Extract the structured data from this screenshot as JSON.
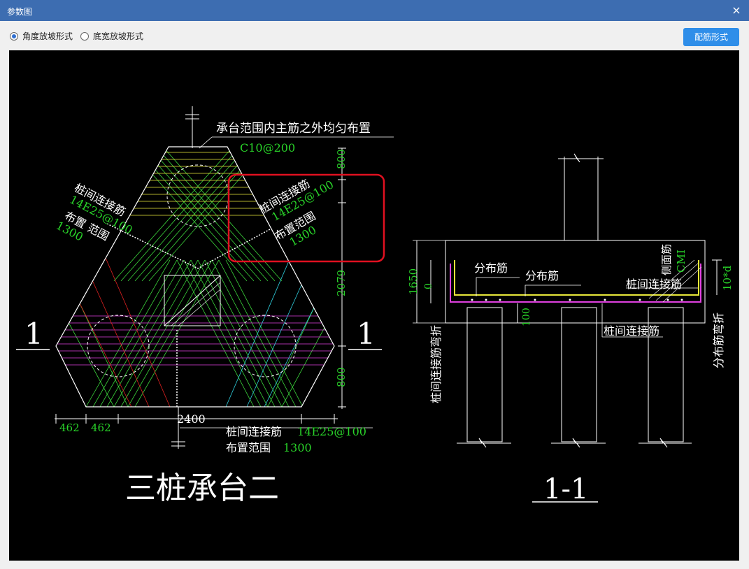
{
  "window": {
    "title": "参数图",
    "close_glyph": "×"
  },
  "options": [
    {
      "label": "角度放坡形式",
      "selected": true
    },
    {
      "label": "底宽放坡形式",
      "selected": false
    }
  ],
  "rebar_button": "配筋形式",
  "drawing": {
    "plan": {
      "note_top": "承台范围内主筋之外均匀布置",
      "spec_top": "C10@200",
      "left_label": "桩间连接筋",
      "left_spec": "14E25@100",
      "left_range": "布置 范围",
      "left_range_val": "1300",
      "right_label": "桩间连接筋",
      "right_spec": "14E25@100",
      "right_range": "布置范围",
      "right_range_val": "1300",
      "dim_800_top": "800",
      "dim_2079": "2079",
      "dim_800_bottom": "800",
      "dim_462_a": "462",
      "dim_462_b": "462",
      "dim_2400": "2400",
      "bottom_label": "桩间连接筋",
      "bottom_spec": "14E25@100",
      "bottom_range": "布置范围",
      "bottom_range_val": "1300",
      "section_mark": "1",
      "title": "三桩承台二"
    },
    "section": {
      "dim_1650": "1650",
      "dim_0": "0",
      "dim_100": "100",
      "label_dist_1": "分布筋",
      "label_dist_2": "分布筋",
      "label_side": "侧面筋",
      "label_side_spec": "CMI",
      "label_pile_conn": "桩间连接筋",
      "label_pile_conn_bottom": "桩间连接筋",
      "label_10d": "10*d",
      "label_dist_bend": "分布筋弯折",
      "label_pile_bend": "桩间连接筋弯折",
      "title": "1-1"
    }
  },
  "colors": {
    "titlebar": "#3d6db1",
    "button": "#2f8ee9",
    "highlight": "#e01020",
    "green_text": "#29d329"
  }
}
